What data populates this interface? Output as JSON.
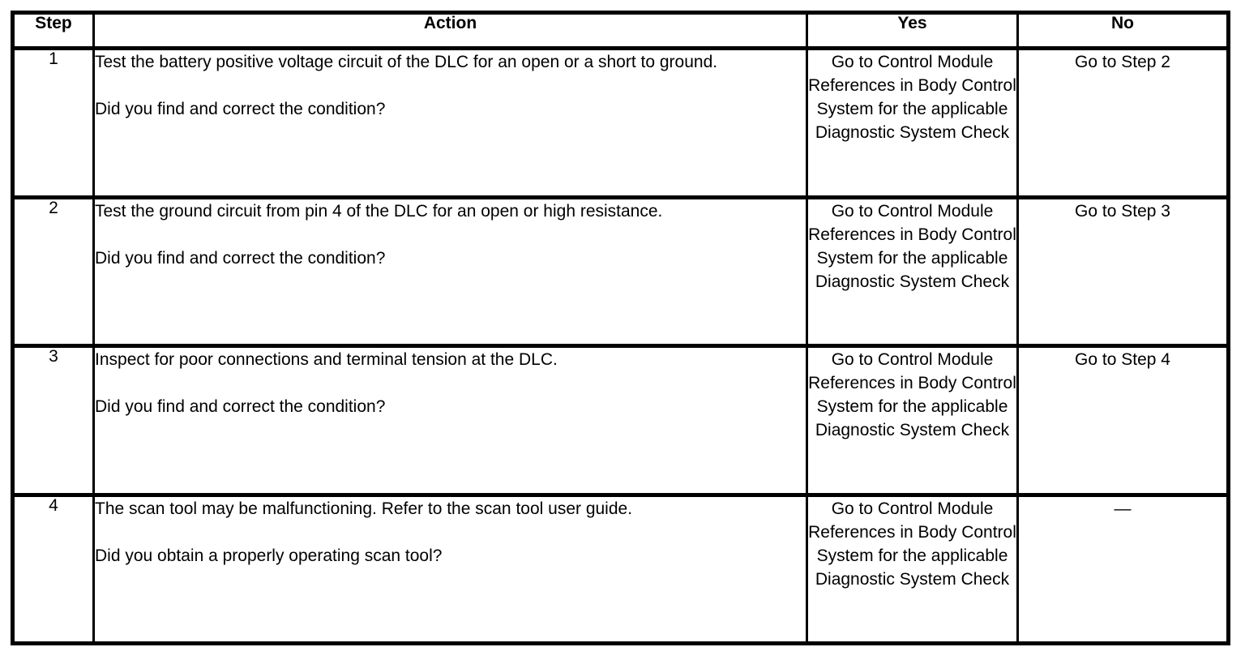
{
  "table": {
    "headers": {
      "step": "Step",
      "action": "Action",
      "yes": "Yes",
      "no": "No"
    },
    "rows": [
      {
        "step": "1",
        "action_line1": "Test the battery positive voltage circuit of the DLC for an open or a short to ground.",
        "action_line2": "Did you find and correct the condition?",
        "yes": "Go to Control Module References in Body Control System for the applicable Diagnostic System Check",
        "no": "Go to Step 2"
      },
      {
        "step": "2",
        "action_line1": "Test the ground circuit from pin 4 of the DLC for an open or high resistance.",
        "action_line2": "Did you find and correct the condition?",
        "yes": "Go to Control Module References in Body Control System for the applicable Diagnostic System Check",
        "no": "Go to Step 3"
      },
      {
        "step": "3",
        "action_line1": "Inspect for poor connections and terminal tension at the DLC.",
        "action_line2": "Did you find and correct the condition?",
        "yes": "Go to Control Module References in Body Control System for the applicable Diagnostic System Check",
        "no": "Go to Step 4"
      },
      {
        "step": "4",
        "action_line1": "The scan tool may be malfunctioning. Refer to the scan tool user guide.",
        "action_line2": "Did you obtain a properly operating scan tool?",
        "yes": "Go to Control Module References in Body Control System for the applicable Diagnostic System Check",
        "no": "—"
      }
    ]
  },
  "colors": {
    "border": "#000000",
    "text": "#000000",
    "background": "#ffffff"
  }
}
